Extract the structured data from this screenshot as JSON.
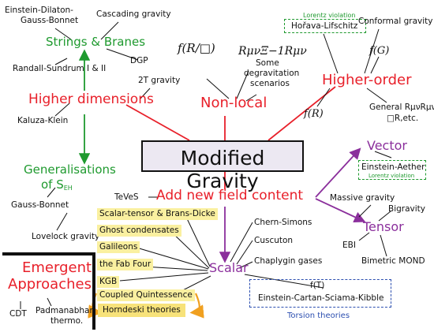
{
  "center": {
    "label": "Modified Gravity"
  },
  "colors": {
    "red": "#e8202a",
    "green": "#1f9a2f",
    "purple": "#8b2f9c",
    "blue": "#2c4fb0",
    "yellow": "#faf0a0",
    "orange": "#f0a020"
  },
  "higher_dimensions": {
    "label": "Higher dimensions",
    "strings_branes": "Strings & Branes",
    "cascading": "Cascading gravity",
    "edgb_line1": "Einstein-Dilaton-",
    "edgb_line2": "Gauss-Bonnet",
    "dgp": "DGP",
    "randall": "Randall-Sundrum I & II",
    "two_t": "2T gravity",
    "kaluza": "Kaluza-Klein"
  },
  "generalisations": {
    "line1": "Generalisations",
    "line2_prefix": "of S",
    "line2_sub": "EH",
    "gauss_bonnet": "Gauss-Bonnet",
    "lovelock": "Lovelock gravity"
  },
  "emergent": {
    "line1": "Emergent",
    "line2": "Approaches",
    "cdt": "CDT",
    "padmanabhan_line1": "Padmanabhan",
    "padmanabhan_line2": "thermo."
  },
  "non_local": {
    "label": "Non-local",
    "formula1": "f(R/□)",
    "formula2": "RμνΞ−1Rμν",
    "degrav_line1": "Some",
    "degrav_line2": "degravitation",
    "degrav_line3": "scenarios"
  },
  "higher_order": {
    "label": "Higher-order",
    "horava": "Hořava-Lifschitz",
    "lorentz_violation": "Lorentz violation",
    "conformal": "Conformal gravity",
    "f_g": "f(G)",
    "f_r": "f(R)",
    "general_line1": "General RμνRμν,",
    "general_line2": "□R,etc."
  },
  "vector": {
    "label": "Vector",
    "einstein_aether": "Einstein-Aether",
    "lorentz_violation": "Lorentz violation"
  },
  "field_content": {
    "label": "Add new field content",
    "teves": "TeVeS"
  },
  "tensor": {
    "label": "Tensor",
    "massive": "Massive gravity",
    "bigravity": "Bigravity",
    "ebi": "EBI",
    "bimetric": "Bimetric MOND"
  },
  "scalar": {
    "label": "Scalar",
    "items": [
      "Scalar-tensor & Brans-Dicke",
      "Ghost condensates",
      "Galileons",
      "the Fab Four",
      "KGB",
      "Coupled Quintessence",
      "Horndeski theories"
    ],
    "chern_simons": "Chern-Simons",
    "cuscuton": "Cuscuton",
    "chaplygin": "Chaplygin gases",
    "f_t": "f(T)",
    "ecsk": "Einstein-Cartan-Sciama-Kibble",
    "torsion": "Torsion theories"
  }
}
